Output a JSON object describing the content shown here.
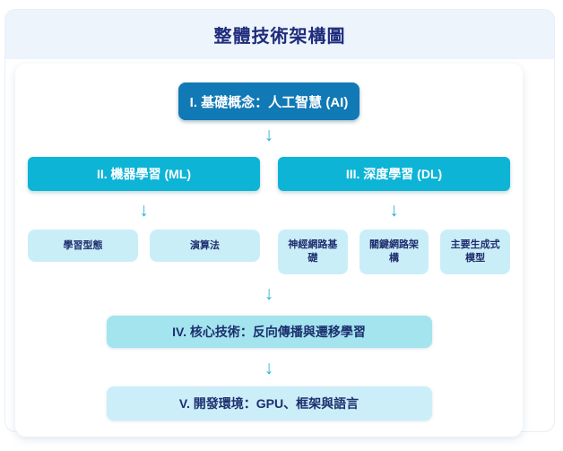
{
  "title": "整體技術架構圖",
  "arrow_glyph": "↓",
  "colors": {
    "header_bg": "#edf4fc",
    "title_text": "#1f2c7b",
    "level1_box": "#1179b5",
    "level2_box": "#0db4d6",
    "child_box": "#c9eef8",
    "level4_box": "#a3e4ee",
    "level5_box": "#cbeef8",
    "arrow": "#2bb3d8",
    "dark_text": "#1c2f6e",
    "white_text": "#ffffff"
  },
  "diagram": {
    "level1": {
      "label": "I. 基礎概念：人工智慧 (AI)"
    },
    "branches": [
      {
        "label": "II. 機器學習 (ML)",
        "children": [
          {
            "label": "學習型態"
          },
          {
            "label": "演算法"
          }
        ]
      },
      {
        "label": "III. 深度學習 (DL)",
        "children": [
          {
            "label": "神經網路基礎"
          },
          {
            "label": "關鍵網路架構"
          },
          {
            "label": "主要生成式模型"
          }
        ]
      }
    ],
    "level4": {
      "label": "IV. 核心技術：反向傳播與遷移學習"
    },
    "level5": {
      "label": "V. 開發環境：GPU、框架與語言"
    }
  }
}
